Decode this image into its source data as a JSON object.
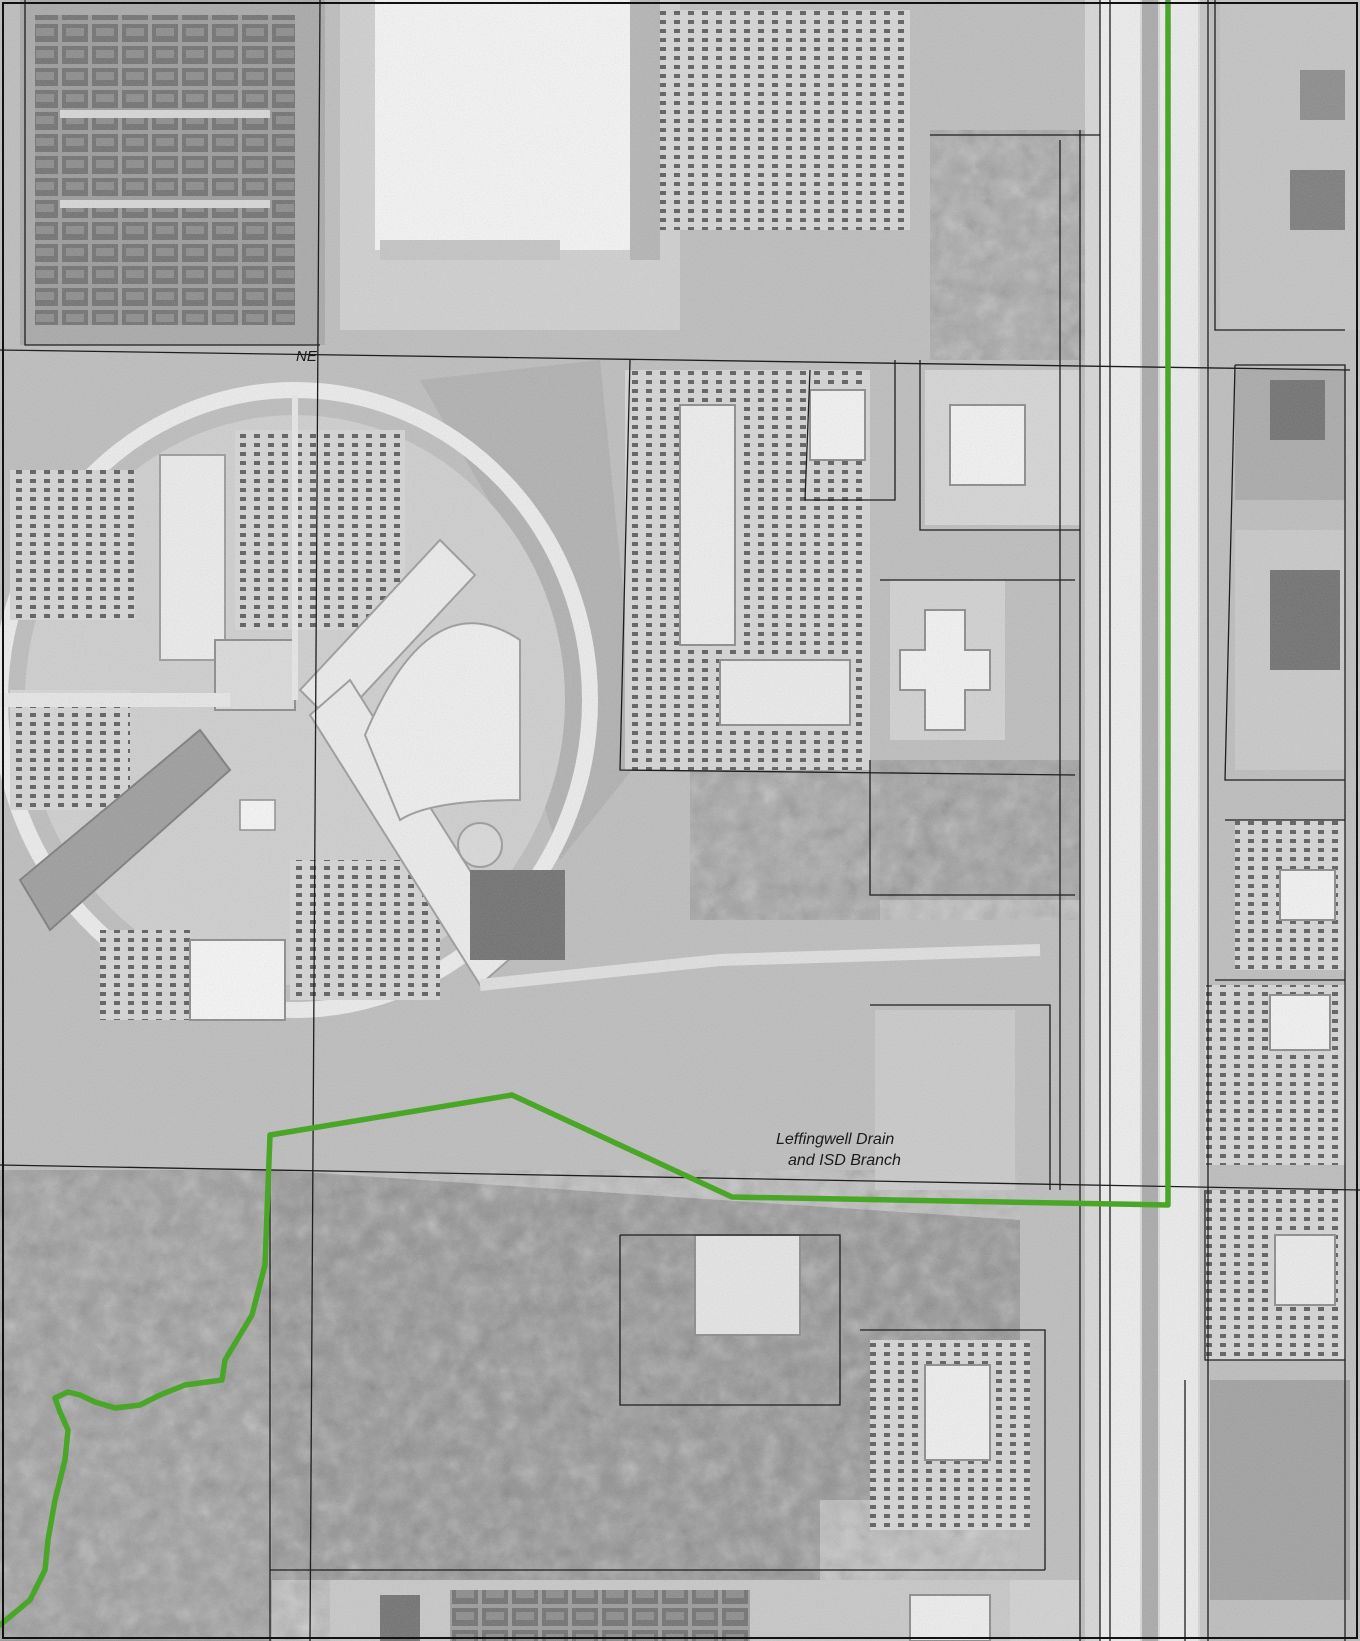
{
  "labels": {
    "quadrant_label": "NE",
    "drain_line1": "Leffingwell Drain",
    "drain_line2": "and ISD Branch"
  },
  "colors": {
    "drain_line": "#4aa626",
    "parcel_line": "#1e1e1e",
    "aerial_base": "#bdbdbd",
    "vegetation": "#8f8f8f",
    "pavement": "#e4e4e4",
    "building_roof": "#f6f6f6"
  }
}
